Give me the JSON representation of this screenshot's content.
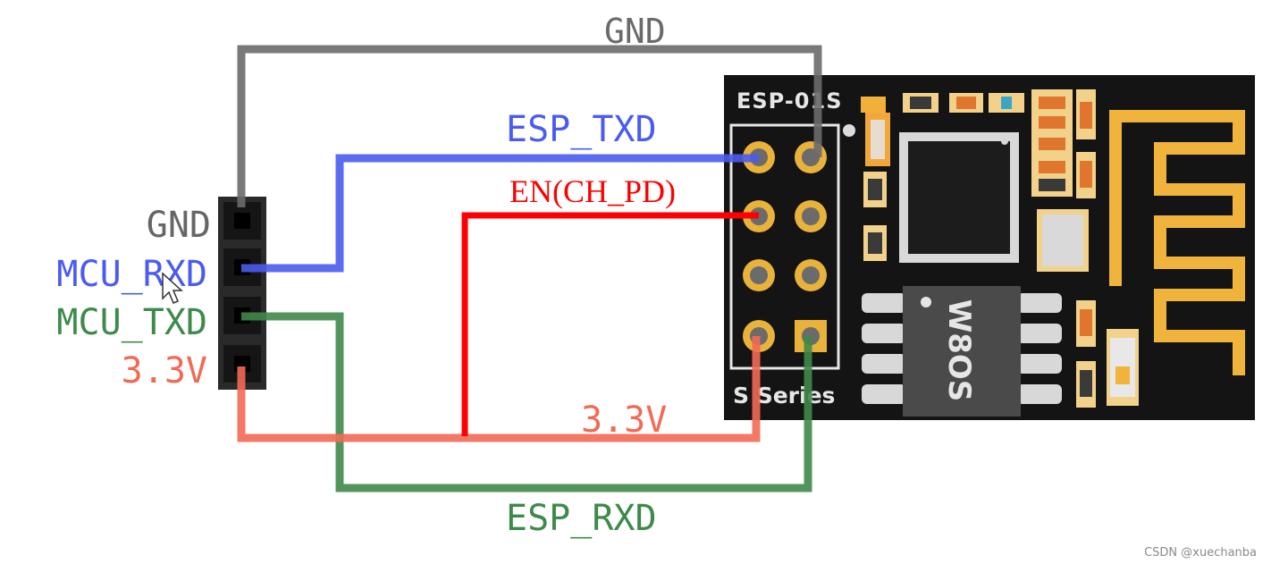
{
  "labels": {
    "gnd_top": "GND",
    "esp_txd": "ESP_TXD",
    "en_label": "EN(CH_PD)",
    "header_gnd": "GND",
    "header_mcu_rxd": "MCU_RXD",
    "header_mcu_txd": "MCU_TXD",
    "header_3v3": "3.3V",
    "wire_3v3": "3.3V",
    "esp_rxd": "ESP_RXD"
  },
  "module": {
    "name": "ESP-01S",
    "series": "S Series",
    "chip_marking": "W8OS"
  },
  "watermark": "CSDN @xuechanba",
  "colors": {
    "gnd": "#5f5f5f",
    "txd": "#4a5cf0",
    "rxd": "#3f8a4a",
    "vcc": "#f26a55",
    "en": "#ff0000",
    "board": "#141414",
    "gold": "#f0b33c"
  }
}
